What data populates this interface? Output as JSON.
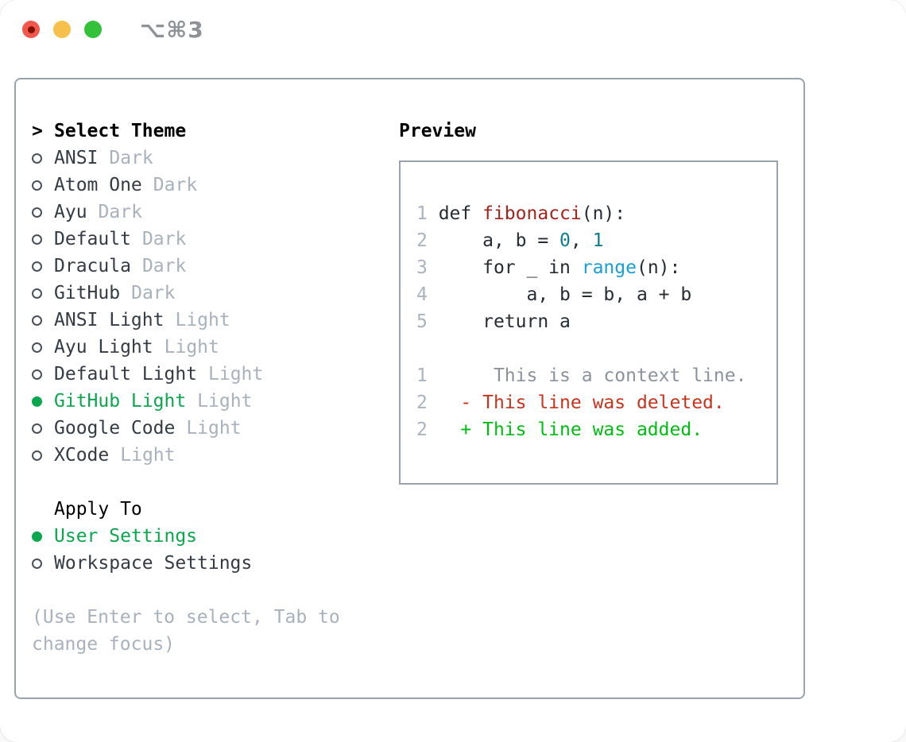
{
  "window": {
    "title": "⌥⌘3"
  },
  "titlebar": {
    "close_label": "close",
    "minimize_label": "minimize",
    "zoom_label": "zoom"
  },
  "theme_picker": {
    "heading_prefix": ">",
    "heading": "Select Theme",
    "items": [
      {
        "name": "ANSI",
        "variant": "Dark",
        "selected": false
      },
      {
        "name": "Atom One",
        "variant": "Dark",
        "selected": false
      },
      {
        "name": "Ayu",
        "variant": "Dark",
        "selected": false
      },
      {
        "name": "Default",
        "variant": "Dark",
        "selected": false
      },
      {
        "name": "Dracula",
        "variant": "Dark",
        "selected": false
      },
      {
        "name": "GitHub",
        "variant": "Dark",
        "selected": false
      },
      {
        "name": "ANSI Light",
        "variant": "Light",
        "selected": false
      },
      {
        "name": "Ayu Light",
        "variant": "Light",
        "selected": false
      },
      {
        "name": "Default Light",
        "variant": "Light",
        "selected": false
      },
      {
        "name": "GitHub Light",
        "variant": "Light",
        "selected": true
      },
      {
        "name": "Google Code",
        "variant": "Light",
        "selected": false
      },
      {
        "name": "XCode",
        "variant": "Light",
        "selected": false
      }
    ]
  },
  "apply_to": {
    "heading": "Apply To",
    "options": [
      {
        "label": "User Settings",
        "selected": true
      },
      {
        "label": "Workspace Settings",
        "selected": false
      }
    ]
  },
  "hint": "(Use Enter to select, Tab to change focus)",
  "preview": {
    "heading": "Preview",
    "code_lines": [
      {
        "num": "1",
        "segments": [
          {
            "text": " def ",
            "color": "code_fg"
          },
          {
            "text": "fibonacci",
            "color": "function_red"
          },
          {
            "text": "(n):",
            "color": "code_fg"
          }
        ]
      },
      {
        "num": "2",
        "segments": [
          {
            "text": "     a, b = ",
            "color": "code_fg"
          },
          {
            "text": "0",
            "color": "number_teal"
          },
          {
            "text": ", ",
            "color": "code_fg"
          },
          {
            "text": "1",
            "color": "number_teal"
          }
        ]
      },
      {
        "num": "3",
        "segments": [
          {
            "text": "     for _ in ",
            "color": "code_fg"
          },
          {
            "text": "range",
            "color": "builtin_blue"
          },
          {
            "text": "(n):",
            "color": "code_fg"
          }
        ]
      },
      {
        "num": "4",
        "segments": [
          {
            "text": "         a, b = b, a + b",
            "color": "code_fg"
          }
        ]
      },
      {
        "num": "5",
        "segments": [
          {
            "text": "     return a",
            "color": "code_fg"
          }
        ]
      },
      {
        "num": "",
        "segments": []
      },
      {
        "num": "1",
        "segments": [
          {
            "text": "      This is a context line.",
            "color": "context_gray"
          }
        ]
      },
      {
        "num": "2",
        "segments": [
          {
            "text": "   - This line was deleted.",
            "color": "deleted_red"
          }
        ]
      },
      {
        "num": "2",
        "segments": [
          {
            "text": "   + This line was added.",
            "color": "added_green"
          }
        ]
      }
    ]
  },
  "colors": {
    "code_fg": "#262c33",
    "line_number": "#a9b4bf",
    "function_red": "#a5231d",
    "number_teal": "#0e7c8c",
    "builtin_blue": "#189fd7",
    "context_gray": "#8b929b",
    "deleted_red": "#c8331d",
    "added_green": "#00bd13",
    "selected_green": "#0ba64d",
    "item_text": "#343b44",
    "muted_text": "#a8b1bc",
    "panel_border": "#99a2ad"
  }
}
